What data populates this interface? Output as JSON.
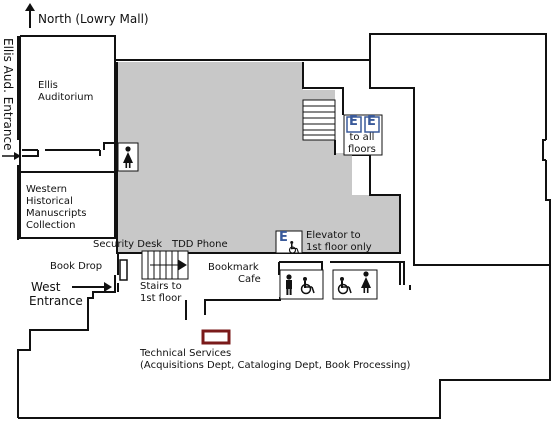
{
  "compass": {
    "arrow": "north-arrow-icon",
    "label": "North (Lowry Mall)"
  },
  "entrances": {
    "side": "Ellis Aud. Entrance",
    "west_line1": "West",
    "west_line2": "Entrance"
  },
  "rooms": {
    "auditorium": [
      "Ellis",
      "Auditorium"
    ],
    "manuscripts": [
      "Western",
      "Historical",
      "Manuscripts",
      "Collection"
    ],
    "security": "Security Desk",
    "tdd": "TDD Phone",
    "book_drop": "Book Drop",
    "stairs": [
      "Stairs to",
      "1st floor"
    ],
    "cafe": [
      "Bookmark",
      "Cafe"
    ],
    "elevator": [
      "Elevator to",
      "1st floor only"
    ],
    "elevators_all": [
      "to all",
      "floors"
    ],
    "technical": "Technical Services",
    "technical_sub": "(Acquisitions Dept, Cataloging Dept, Book Processing)"
  },
  "icons": {
    "elevator_letter": "E",
    "restroom_women": "restroom-women-icon",
    "restroom_men": "restroom-men-icon",
    "accessible": "wheelchair-icon"
  },
  "colors": {
    "wall": "#111111",
    "shaded_area": "#c8c8c8",
    "technical_marker": "#7a1a1a",
    "elevator_blue": "#3a5a9a"
  }
}
